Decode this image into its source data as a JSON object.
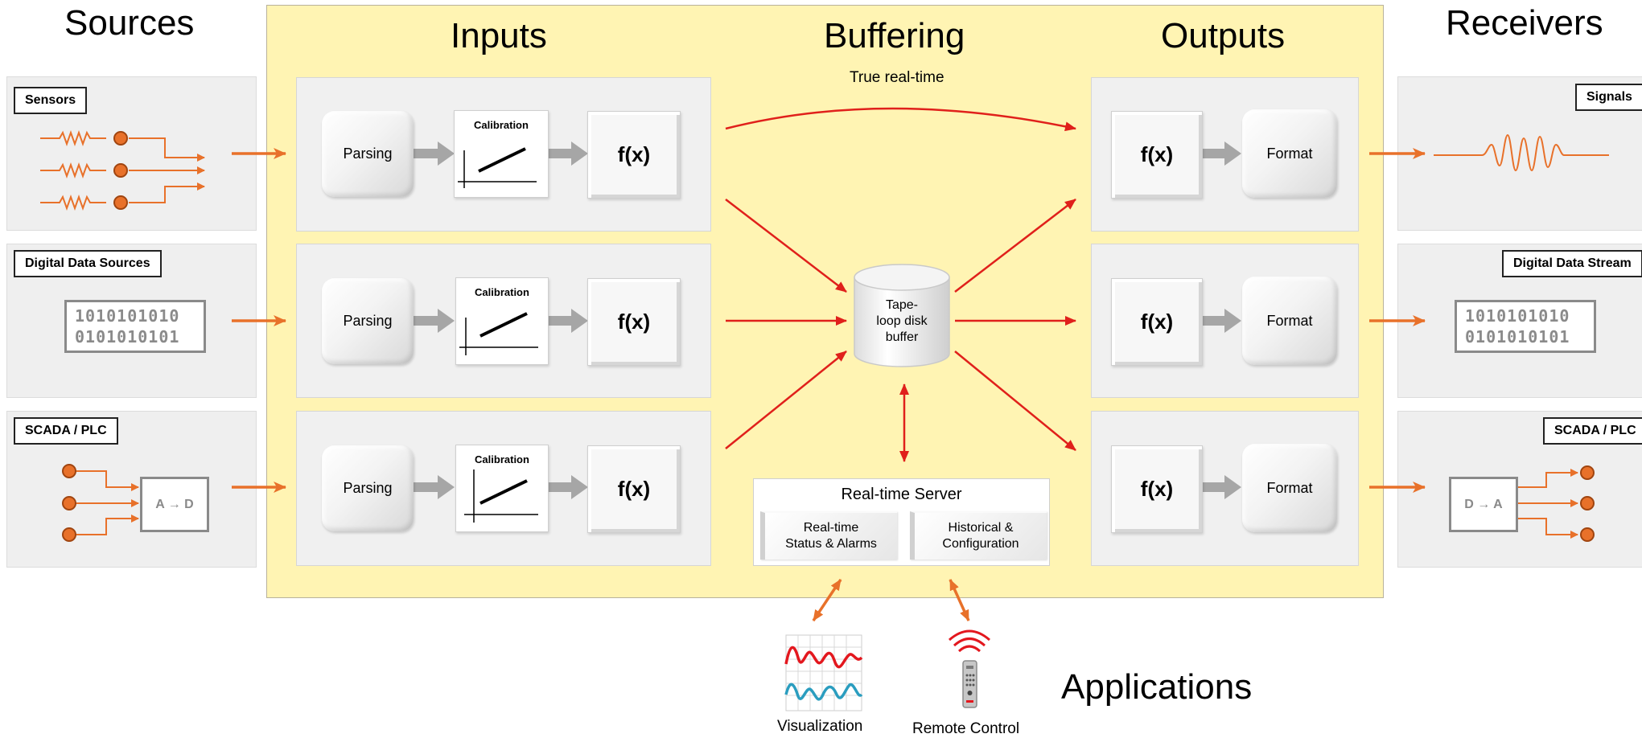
{
  "headings": {
    "sources": "Sources",
    "inputs": "Inputs",
    "buffering": "Buffering",
    "outputs": "Outputs",
    "receivers": "Receivers",
    "applications": "Applications"
  },
  "buffering_subtitle": "True real-time",
  "sources": [
    {
      "label": "Sensors"
    },
    {
      "label": "Digital Data Sources",
      "code": [
        "1010101010",
        "0101010101"
      ]
    },
    {
      "label": "SCADA / PLC",
      "converter": "A → D"
    }
  ],
  "inputs": {
    "parsing": "Parsing",
    "calibration": "Calibration",
    "function": "f(x)"
  },
  "buffer": {
    "label": "Tape-\nloop disk\nbuffer",
    "line1": "Tape-",
    "line2": "loop disk",
    "line3": "buffer"
  },
  "server": {
    "title": "Real-time Server",
    "left_line1": "Real-time",
    "left_line2": "Status & Alarms",
    "right_line1": "Historical &",
    "right_line2": "Configuration"
  },
  "outputs": {
    "function": "f(x)",
    "format": "Format"
  },
  "receivers": [
    {
      "label": "Signals"
    },
    {
      "label": "Digital Data Stream",
      "code": [
        "1010101010",
        "0101010101"
      ]
    },
    {
      "label": "SCADA / PLC",
      "converter": "D → A"
    }
  ],
  "applications": {
    "visualization": "Visualization",
    "remote_control": "Remote Control"
  },
  "colors": {
    "orange": "#e8712a",
    "red": "#e0201b",
    "yellow_bg": "#fff4b3",
    "gray_panel": "#efefef",
    "gray_arrow": "#a6a6a6",
    "viz_red": "#e3171e",
    "viz_blue": "#2a9dbf"
  },
  "icons": [
    "resistor-icon",
    "terminal-icon",
    "signal-wave-icon",
    "cylinder-icon",
    "chart-icon",
    "remote-icon"
  ]
}
